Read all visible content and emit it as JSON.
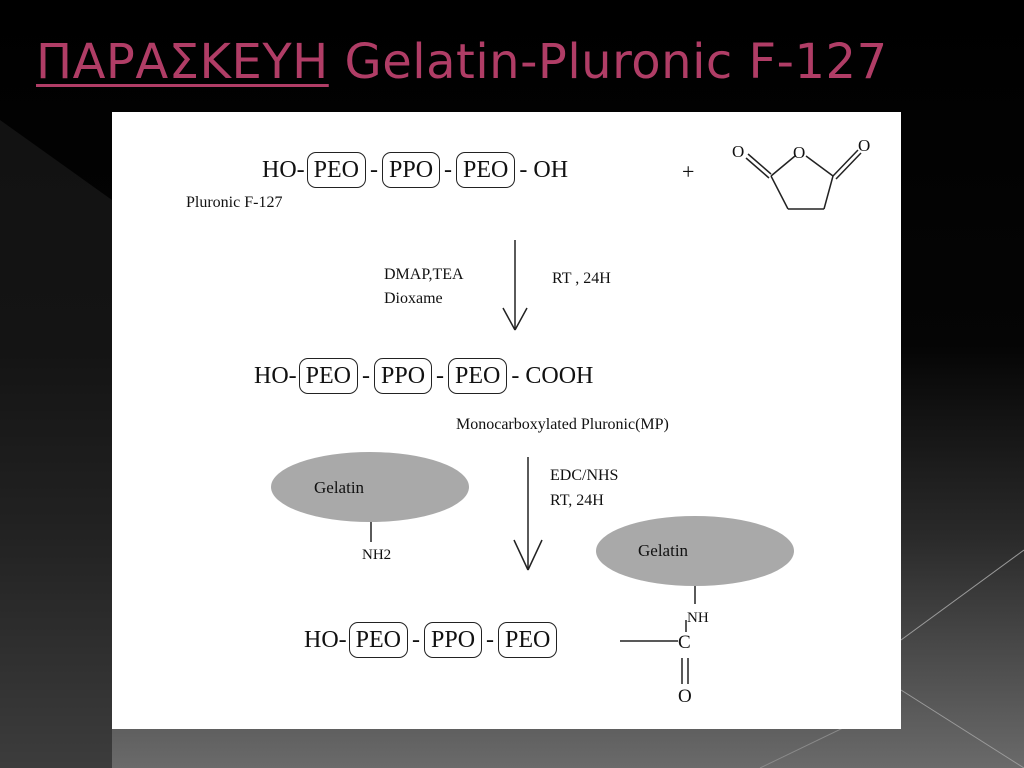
{
  "title": {
    "greek": "ΠΑΡΑΣΚΕΥΗ",
    "rest": " Gelatin-Pluronic F-127"
  },
  "step1": {
    "ho": "HO-",
    "peo": "PEO",
    "dash": "-",
    "ppo": "PPO",
    "end": "- OH",
    "plus": "+",
    "name": "Pluronic F-127",
    "anhydride_o_left": "O",
    "anhydride_o_ring": "O",
    "anhydride_o_right": "O"
  },
  "cond1": {
    "line1": "DMAP,TEA",
    "line2": "Dioxame",
    "right": "RT , 24H"
  },
  "step2": {
    "ho": "HO-",
    "peo": "PEO",
    "dash": "-",
    "ppo": "PPO",
    "end": "- COOH",
    "name": "Monocarboxylated Pluronic(MP)"
  },
  "gelatin_reagent": {
    "label": "Gelatin",
    "group": "NH2"
  },
  "cond2": {
    "line1": "EDC/NHS",
    "line2": "RT, 24H"
  },
  "step3": {
    "ho": "HO-",
    "peo": "PEO",
    "dash": "-",
    "ppo": "PPO",
    "gelatin": "Gelatin",
    "nh": "NH",
    "c": "C",
    "o": "O"
  }
}
